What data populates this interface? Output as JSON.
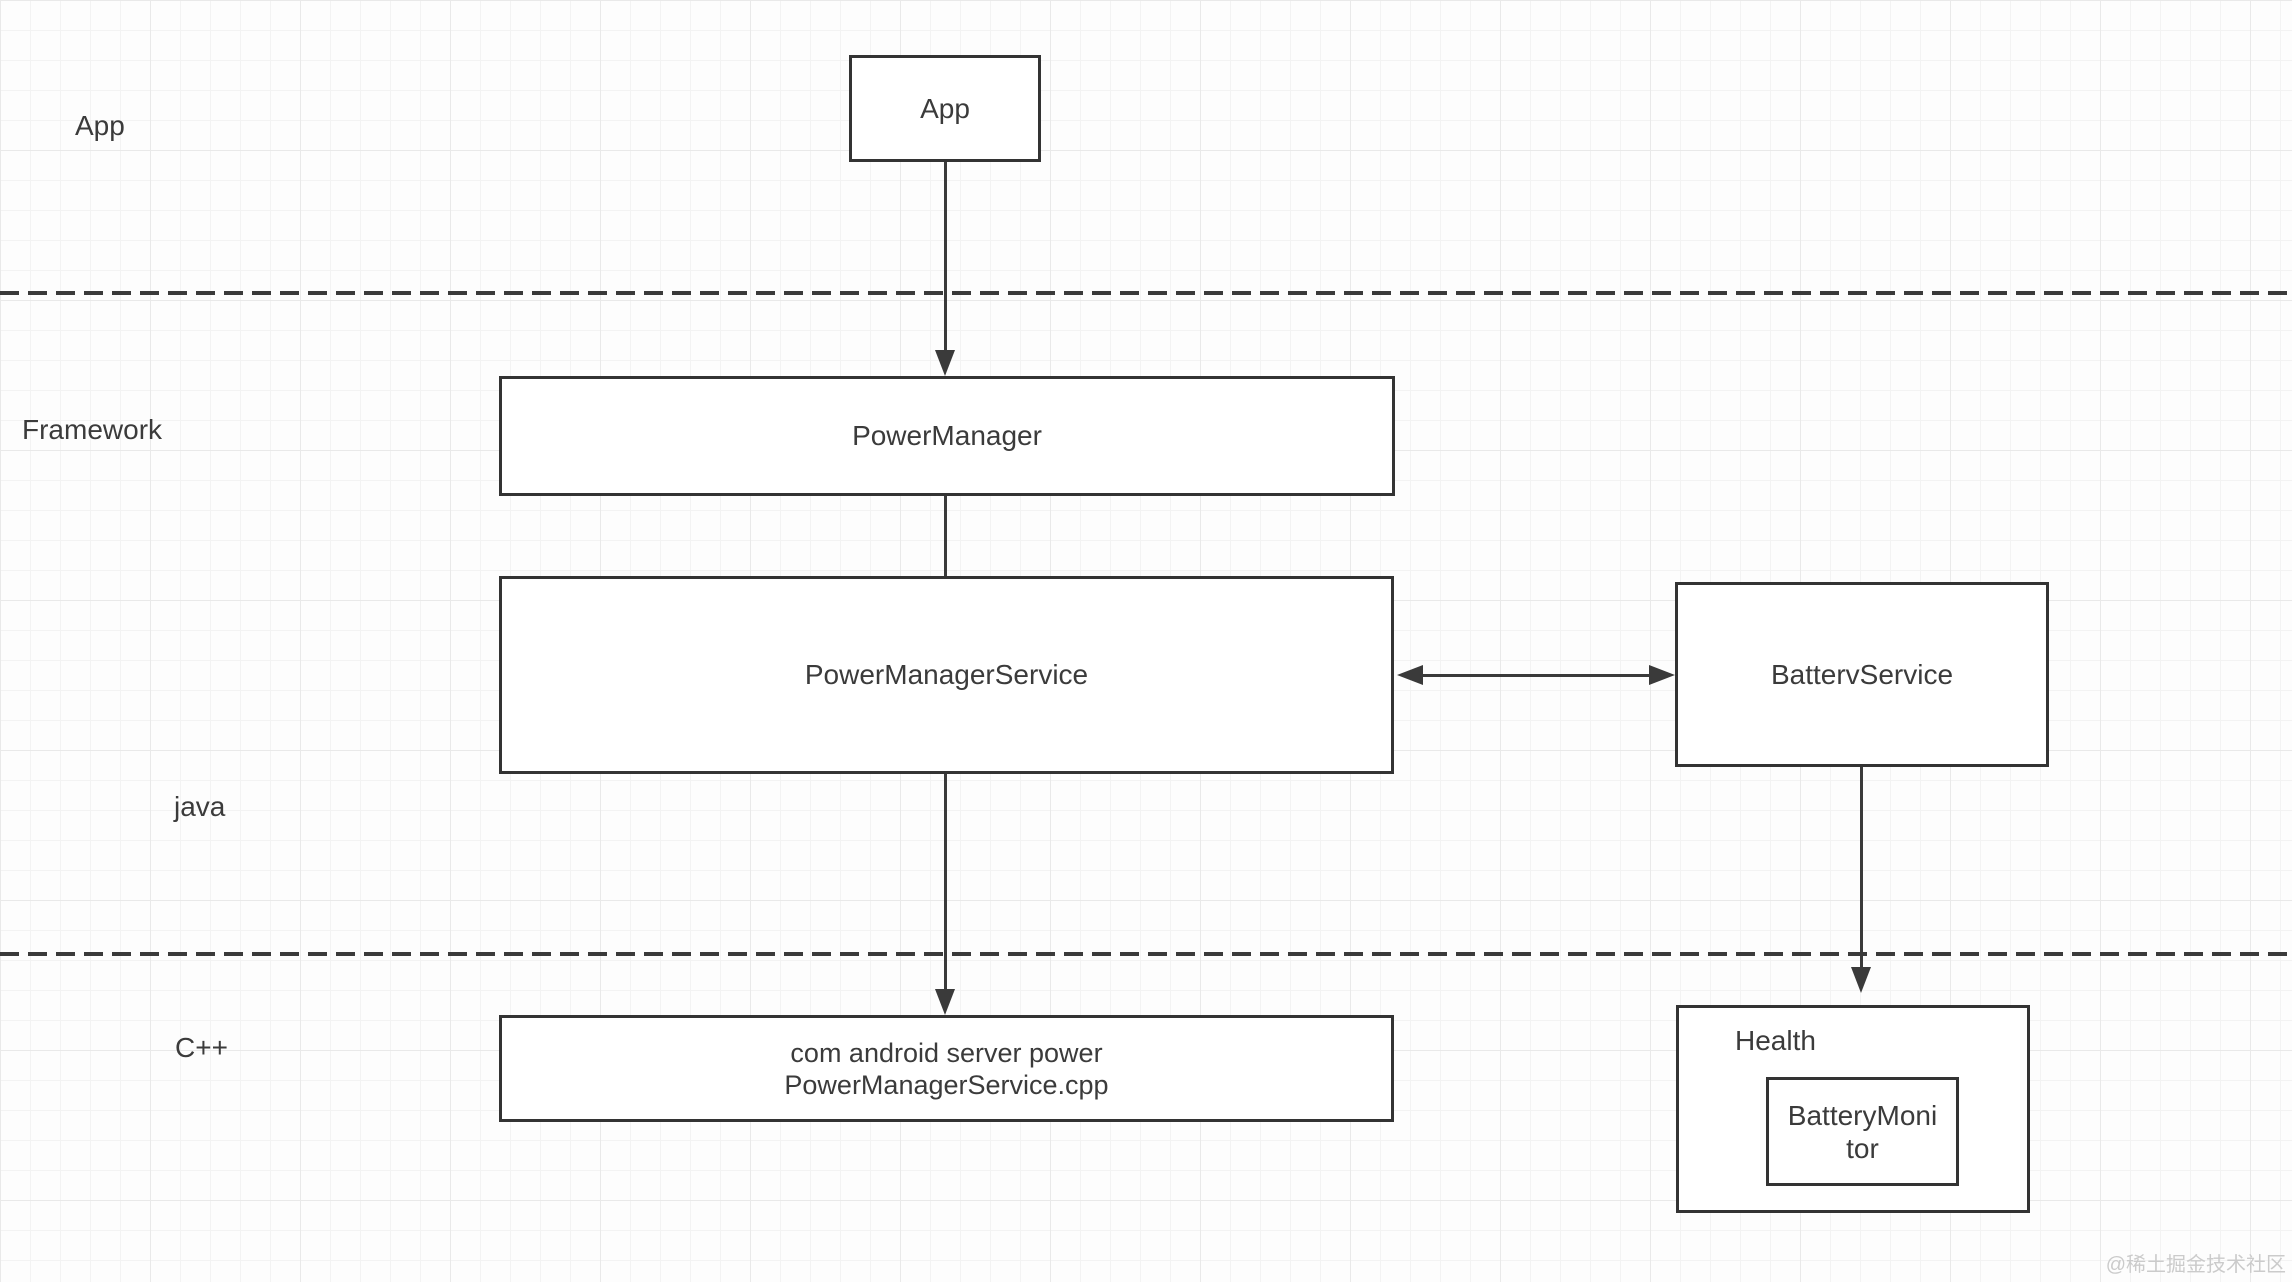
{
  "diagram": {
    "layer_labels": {
      "app": "App",
      "framework": "Framework",
      "java": "java",
      "cpp": "C++"
    },
    "nodes": {
      "app": {
        "label": "App"
      },
      "power_manager": {
        "label": "PowerManager"
      },
      "power_manager_service": {
        "label": "PowerManagerService"
      },
      "battery_service": {
        "label": "BattervService"
      },
      "cpp_file": {
        "lines": [
          "com android server power",
          "PowerManagerService.cpp"
        ]
      },
      "health": {
        "label": "Health"
      },
      "battery_monitor": {
        "lines": [
          "BatteryMoni",
          "tor"
        ]
      }
    },
    "watermark": "@稀土掘金技术社区",
    "colors": {
      "line": "#3a3a3a",
      "box_border": "#333333",
      "text": "#3b3b3b",
      "box_fill": "#ffffff",
      "background": "#fdfdfd",
      "grid_minor": "#f3f3f3",
      "grid_major": "#e9e9e9",
      "watermark": "#cbcbcb"
    }
  }
}
